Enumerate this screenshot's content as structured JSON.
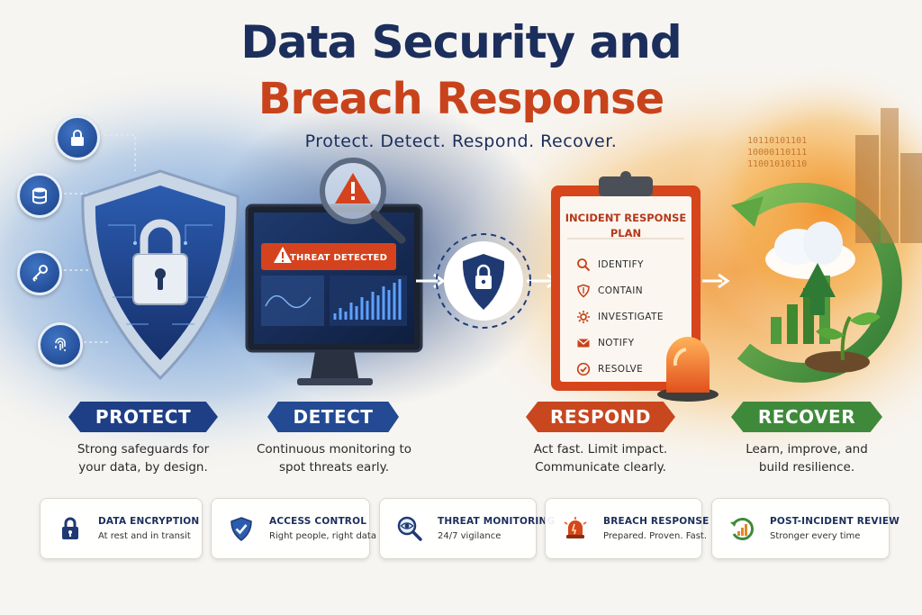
{
  "title": {
    "line1": "Data Security and",
    "line2": "Breach Response",
    "tagline": "Protect. Detect. Respond.  Recover."
  },
  "side_icons": [
    {
      "icon": "lock-icon"
    },
    {
      "icon": "database-icon"
    },
    {
      "icon": "key-icon"
    },
    {
      "icon": "fingerprint-icon"
    }
  ],
  "monitor": {
    "alert": "THREAT DETECTED"
  },
  "binary_text": [
    "10110101101",
    "10000110111",
    "11001010110"
  ],
  "plan": {
    "title": "INCIDENT RESPONSE PLAN",
    "steps": [
      {
        "label": "IDENTIFY",
        "icon": "magnifier-icon"
      },
      {
        "label": "CONTAIN",
        "icon": "shield-icon"
      },
      {
        "label": "INVESTIGATE",
        "icon": "gear-icon"
      },
      {
        "label": "NOTIFY",
        "icon": "envelope-icon"
      },
      {
        "label": "RESOLVE",
        "icon": "checkmark-icon"
      }
    ]
  },
  "stages": [
    {
      "label": "PROTECT",
      "line1": "Strong safeguards for",
      "line2": "your data, by design.",
      "color": "#1e3f86"
    },
    {
      "label": "DETECT",
      "line1": "Continuous monitoring to",
      "line2": "spot threats early.",
      "color": "#234a93"
    },
    {
      "label": "RESPOND",
      "line1": "Act fast. Limit impact.",
      "line2": "Communicate clearly.",
      "color": "#c8471f"
    },
    {
      "label": "RECOVER",
      "line1": "Learn, improve, and",
      "line2": "build resilience.",
      "color": "#3f8a3a"
    }
  ],
  "cards": [
    {
      "title": "DATA ENCRYPTION",
      "subtitle": "At rest and in transit",
      "icon": "padlock-icon"
    },
    {
      "title": "ACCESS CONTROL",
      "subtitle": "Right people, right data",
      "icon": "shield-check-icon"
    },
    {
      "title": "THREAT MONITORING",
      "subtitle": "24/7 vigilance",
      "icon": "eye-magnifier-icon"
    },
    {
      "title": "BREACH RESPONSE",
      "subtitle": "Prepared. Proven. Fast.",
      "icon": "alarm-bell-icon"
    },
    {
      "title": "POST-INCIDENT REVIEW",
      "subtitle": "Stronger every time",
      "icon": "growth-cycle-icon"
    }
  ],
  "colors": {
    "navy": "#1c2e5c",
    "orange": "#c8431c",
    "blue": "#1e3f86",
    "green": "#3f8a3a"
  }
}
